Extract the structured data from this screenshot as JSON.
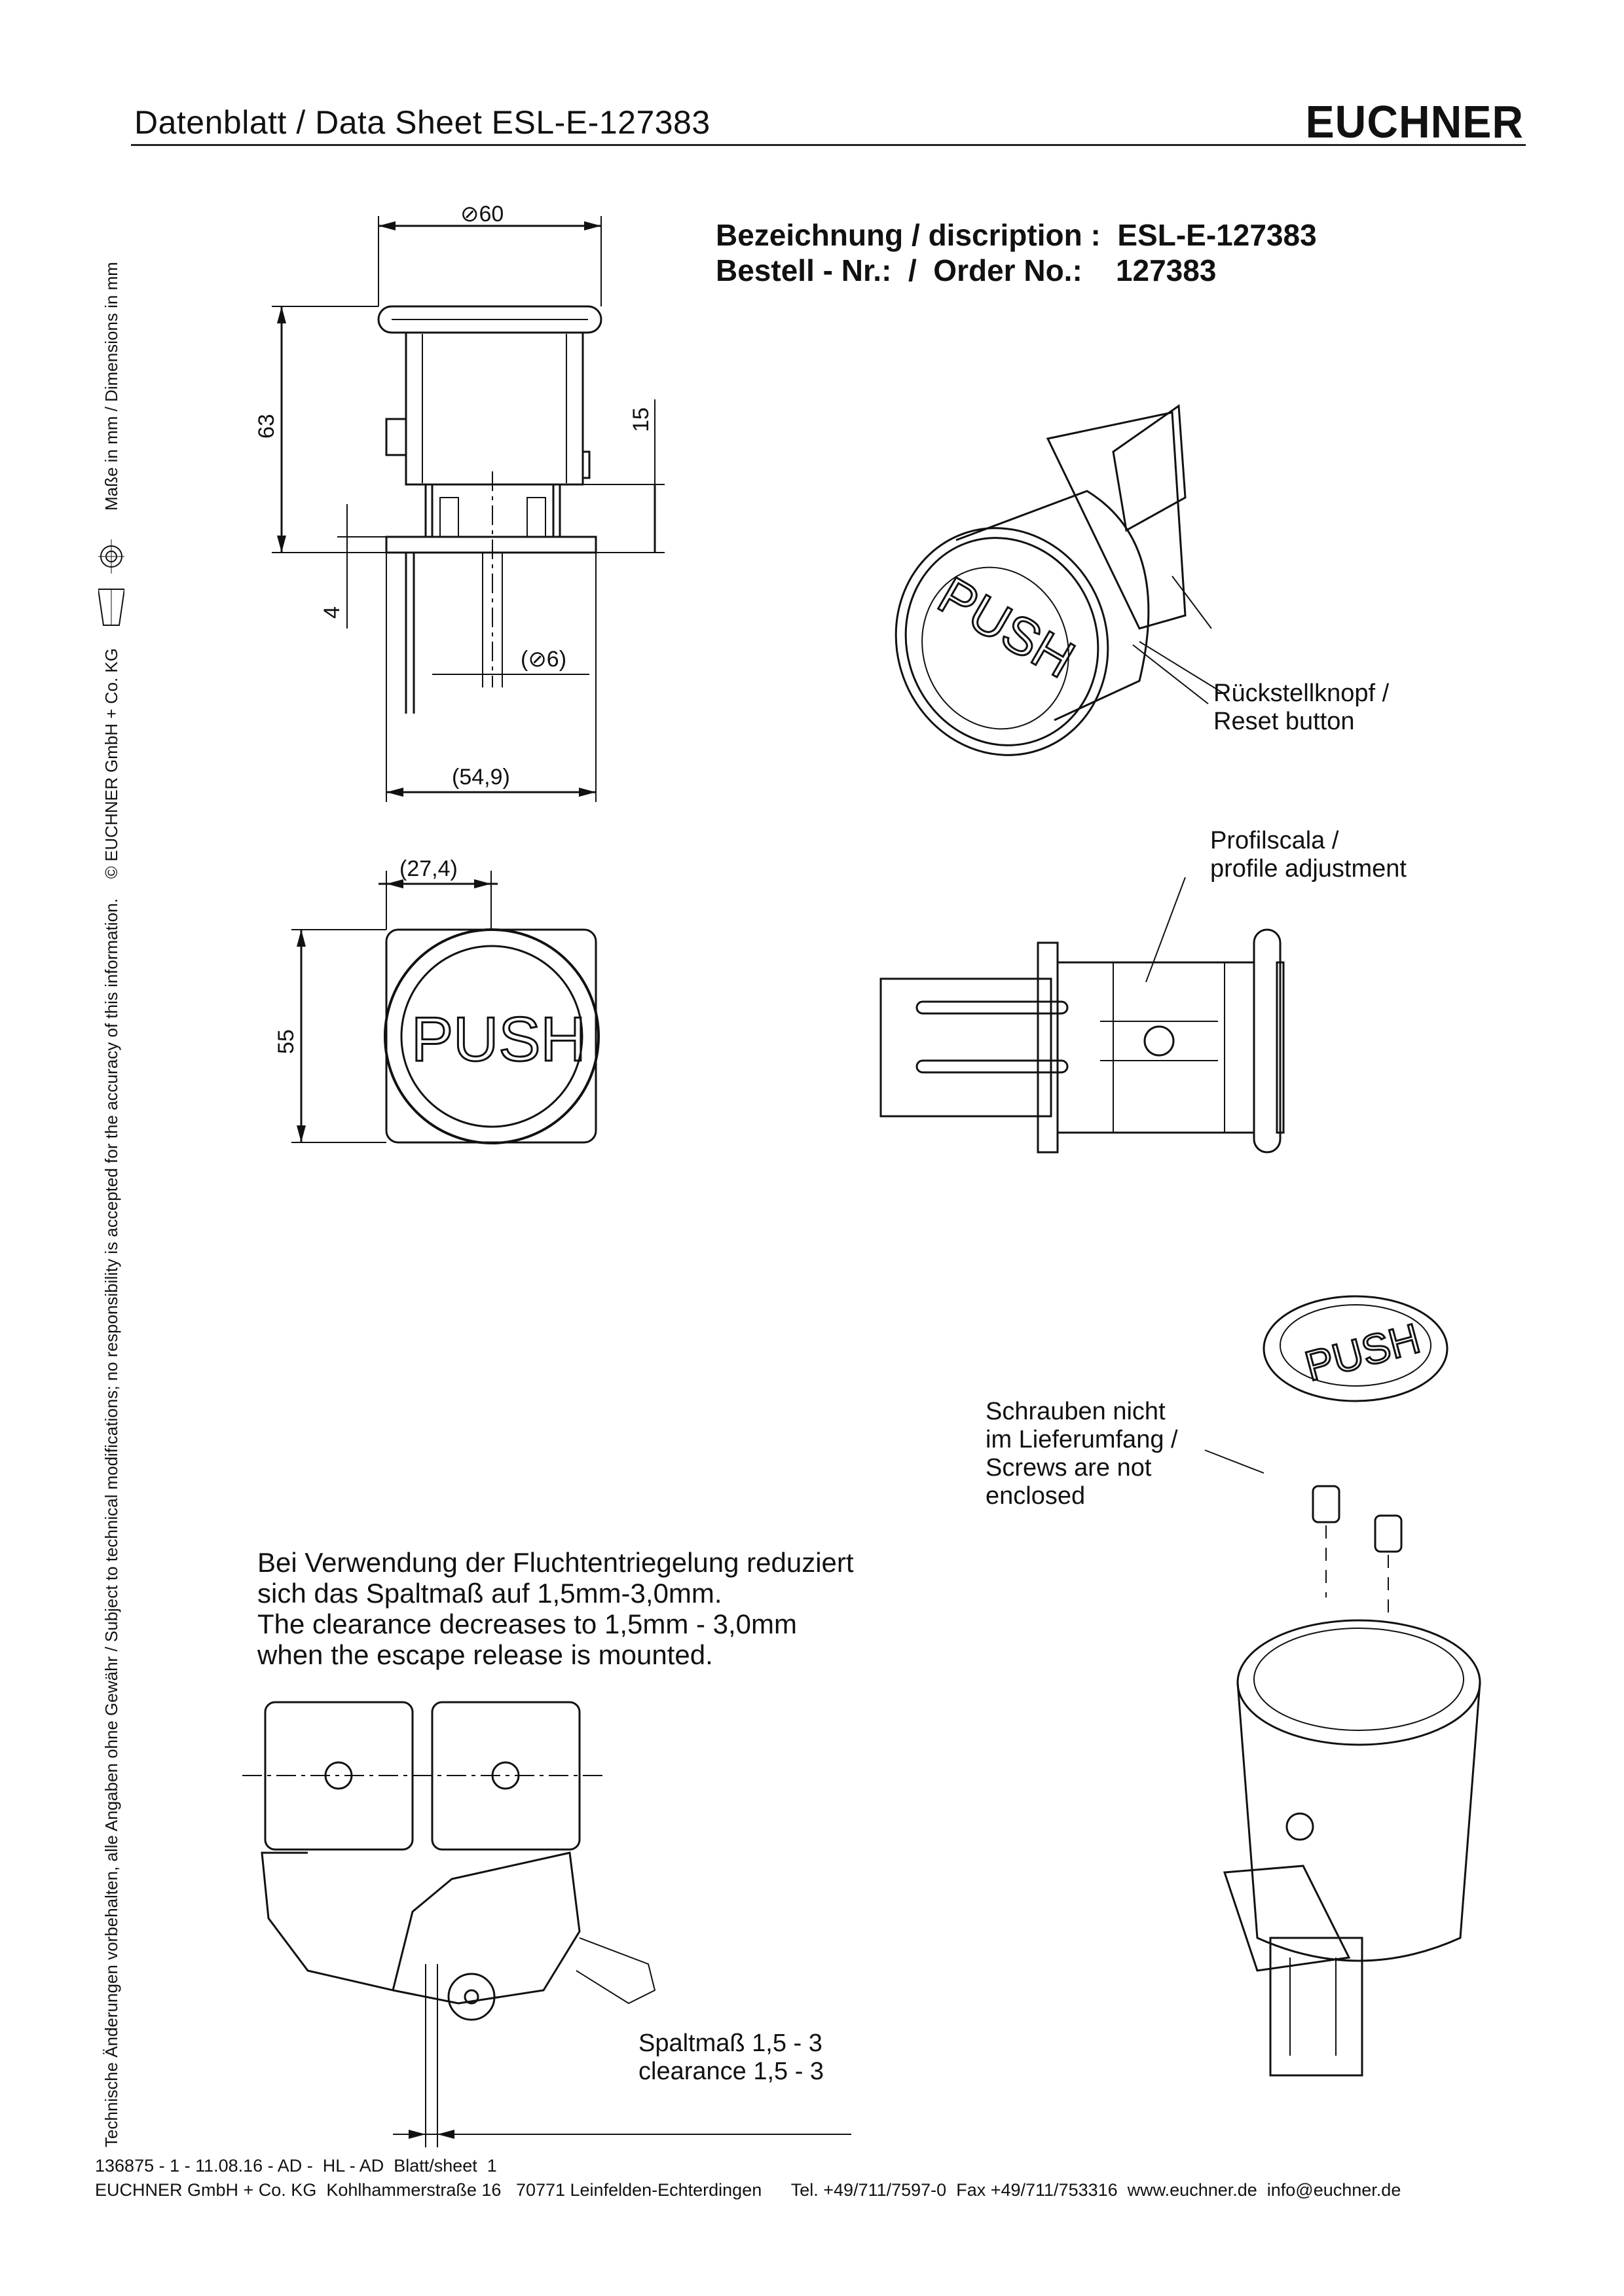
{
  "header": {
    "title": "Datenblatt / Data Sheet  ESL-E-127383",
    "logo": "EUCHNER"
  },
  "description": {
    "line1_label": "Bezeichnung / discription :",
    "line1_value": "ESL-E-127383",
    "line2_label": "Bestell - Nr.:  /  Order No.:",
    "line2_value": "127383"
  },
  "dimensions": {
    "d60": "⊘60",
    "d63": "63",
    "d15": "15",
    "d4": "4",
    "d6": "(⊘6)",
    "d54_9": "(54,9)",
    "d27_4": "(27,4)",
    "d55": "55"
  },
  "labels": {
    "reset": "Rückstellknopf /\nReset button",
    "profile": "Profilscala /\nprofile adjustment",
    "screws": "Schrauben nicht\nim Lieferumfang /\nScrews are not\nenclosed",
    "clearance": "Spaltmaß 1,5 - 3\nclearance 1,5 - 3",
    "push": "PUSH"
  },
  "note": "Bei Verwendung der Fluchtentriegelung reduziert\nsich das Spaltmaß auf 1,5mm-3,0mm.\nThe clearance decreases to 1,5mm - 3,0mm\nwhen the escape release is mounted.",
  "side_text": {
    "disclaimer": "Technische Änderungen vorbehalten, alle Angaben ohne Gewähr / Subject to technical modifications;     no responsibility is accepted for the accuracy of this information.",
    "copyright": "© EUCHNER GmbH + Co. KG",
    "units": "Maße in mm / Dimensions in mm"
  },
  "footer": {
    "line1": "136875 - 1 - 11.08.16 - AD -  HL - AD  Blatt/sheet  1",
    "line2": "EUCHNER GmbH + Co. KG  Kohlhammerstraße 16   70771 Leinfelden-Echterdingen      Tel. +49/711/7597-0  Fax +49/711/753316  www.euchner.de  info@euchner.de"
  }
}
